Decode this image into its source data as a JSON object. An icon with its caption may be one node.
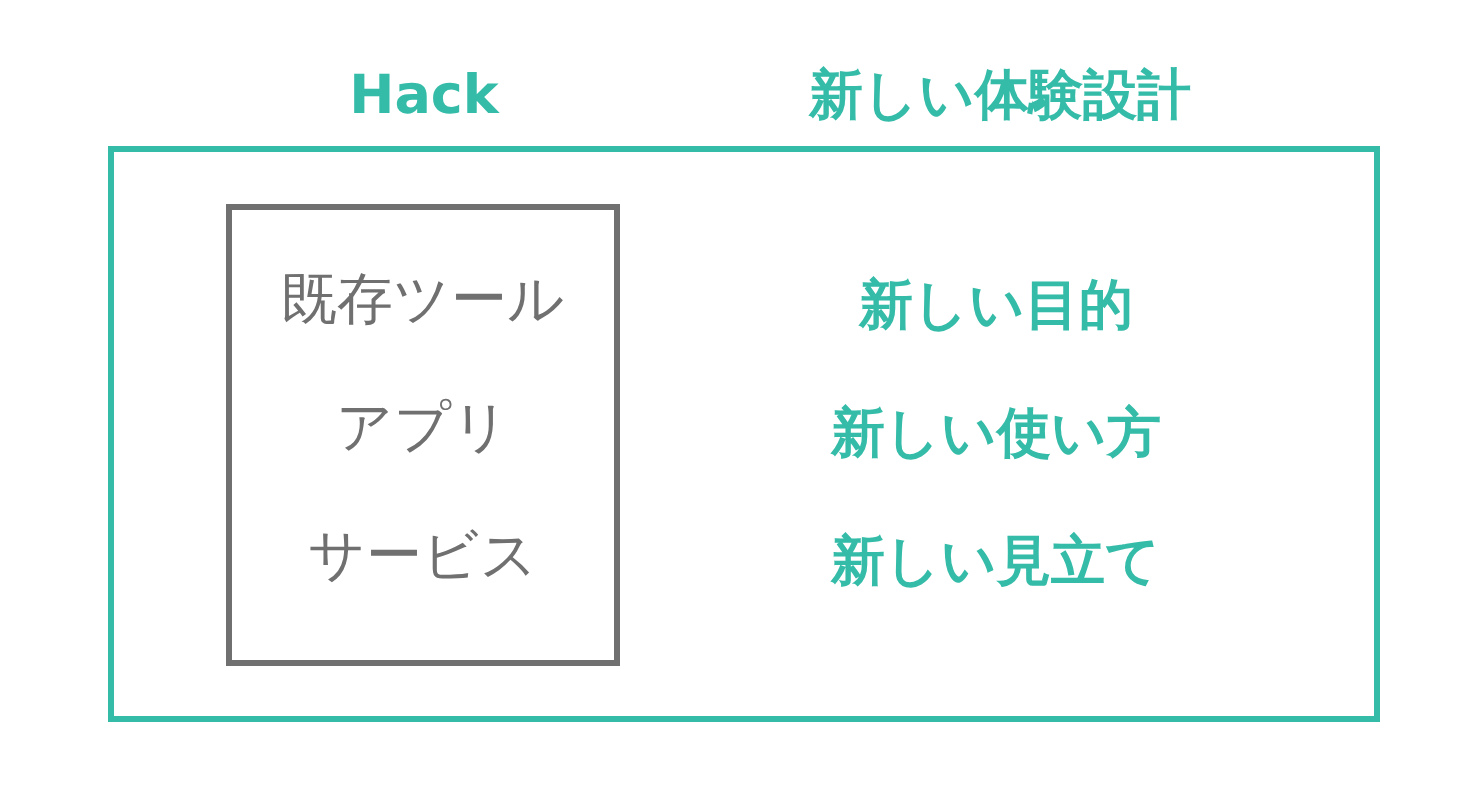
{
  "diagram": {
    "nodes": [
      {
        "text": [
          "新しい目的",
          "新しい使い方",
          "新しい見立て"
        ]
      },
      {
        "text": [
          "既存ツール",
          "アプリ",
          "サービス"
        ],
        "in": 0
      }
    ],
    "labels": [
      "Hack",
      "新しい体験設計"
    ]
  }
}
